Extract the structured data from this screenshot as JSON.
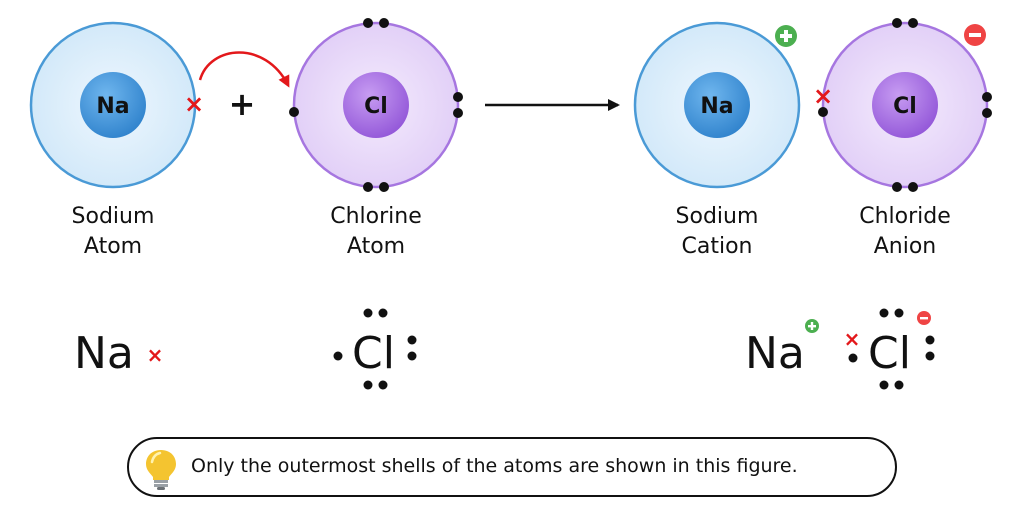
{
  "atoms": {
    "sodium_symbol": "Na",
    "chlorine_symbol": "Cl",
    "sodium_cation_symbol": "Na",
    "chloride_anion_symbol": "Cl"
  },
  "operators": {
    "plus": "+"
  },
  "labels": {
    "sodium_atom": [
      "Sodium",
      "Atom"
    ],
    "chlorine_atom": [
      "Chlorine",
      "Atom"
    ],
    "sodium_cation": [
      "Sodium",
      "Cation"
    ],
    "chloride_anion": [
      "Chloride",
      "Anion"
    ]
  },
  "lewis": {
    "na": "Na",
    "cl": "Cl",
    "na_ion": "Na",
    "cl_ion": "Cl",
    "electron_mark": "×"
  },
  "note": {
    "text": "Only the outermost shells of the atoms are shown in this figure."
  },
  "icons": {
    "bulb": "lightbulb-icon",
    "charge_plus": "plus-charge-icon",
    "charge_minus": "minus-charge-icon",
    "transfer_arrow": "curved-arrow-icon",
    "reaction_arrow": "right-arrow-icon"
  },
  "colors": {
    "sodium_shell": "#dbeefa",
    "sodium_shell_border": "#4a9ad6",
    "sodium_nucleus": "#2f82cc",
    "chlorine_shell": "#e8d8f8",
    "chlorine_shell_border": "#a676e0",
    "chlorine_nucleus": "#9b5ce0",
    "transferred_electron": "#e3181b",
    "positive_charge": "#4caf50",
    "negative_charge": "#ef4444",
    "bulb": "#f4c430"
  }
}
